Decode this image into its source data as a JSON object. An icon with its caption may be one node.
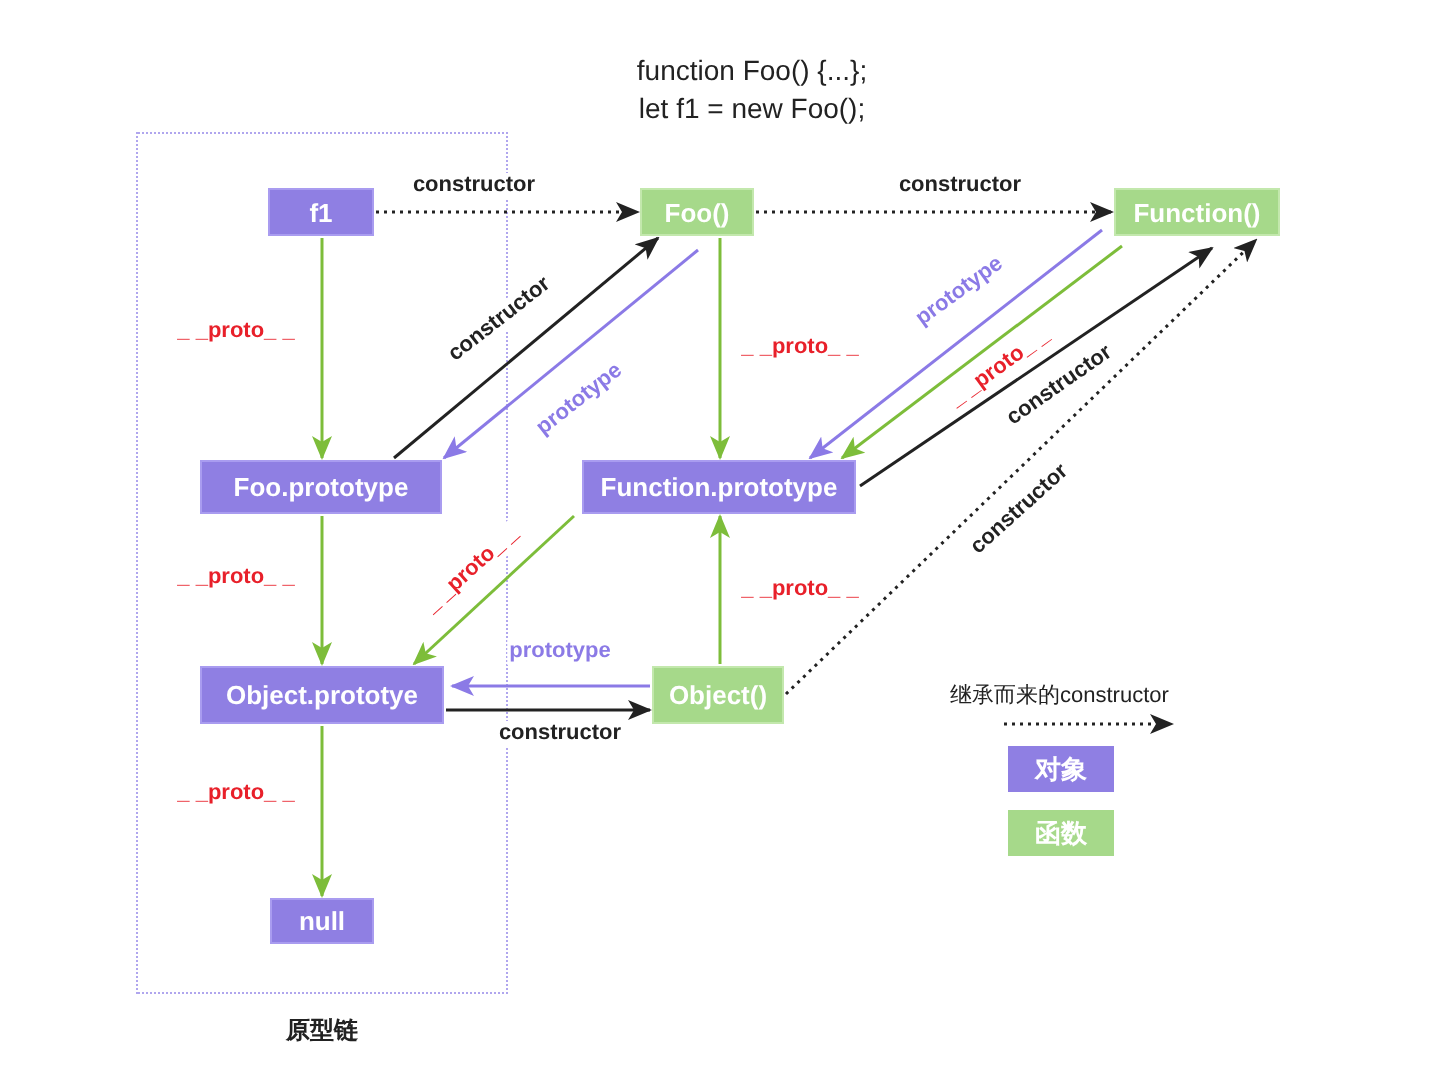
{
  "diagram": {
    "title": "function Foo() {...}; let f1 = new Foo();",
    "nodes": [
      {
        "text": [
          "原型链"
        ]
      },
      {
        "text": [
          "f1"
        ],
        "in": 0
      },
      {
        "text": [
          "Foo()"
        ]
      },
      {
        "text": [
          "Function()"
        ]
      },
      {
        "text": [
          "Foo.prototype"
        ],
        "in": 0
      },
      {
        "text": [
          "Function.prototype"
        ]
      },
      {
        "text": [
          "Object.prototye"
        ],
        "in": 0
      },
      {
        "text": [
          "Object()"
        ]
      },
      {
        "text": [
          "null"
        ],
        "in": 0
      }
    ],
    "edges": [
      {
        "from": 1,
        "to": 2,
        "arrow": "to",
        "label": "constructor",
        "style": "dashed",
        "color": "#222222"
      },
      {
        "from": 2,
        "to": 3,
        "arrow": "to",
        "label": "constructor",
        "style": "dashed",
        "color": "#222222"
      },
      {
        "from": 1,
        "to": 4,
        "arrow": "to",
        "label": "_ _proto_ _"
      },
      {
        "from": 4,
        "to": 2,
        "arrow": "to",
        "label": "constructor",
        "color": "#222222"
      },
      {
        "from": 2,
        "to": 4,
        "arrow": "to",
        "label": "prototype",
        "color": "#8b7ae6"
      },
      {
        "from": 2,
        "to": 5,
        "arrow": "to",
        "label": "_ _proto_ _"
      },
      {
        "from": 3,
        "to": 5,
        "arrow": "to",
        "label": "prototype",
        "color": "#8b7ae6"
      },
      {
        "from": 3,
        "to": 5,
        "arrow": "to",
        "label": "_ _proto_ _"
      },
      {
        "from": 5,
        "to": 3,
        "arrow": "to",
        "label": "constructor",
        "color": "#222222"
      },
      {
        "from": 7,
        "to": 3,
        "arrow": "to",
        "label": "constructor",
        "style": "dashed",
        "color": "#222222"
      },
      {
        "from": 4,
        "to": 6,
        "arrow": "to",
        "label": "_ _proto_ _"
      },
      {
        "from": 5,
        "to": 6,
        "arrow": "to",
        "label": "_ _proto_ _"
      },
      {
        "from": 7,
        "to": 5,
        "arrow": "to",
        "label": "_ _proto_ _"
      },
      {
        "from": 7,
        "to": 6,
        "arrow": "to",
        "label": "prototype",
        "color": "#8b7ae6"
      },
      {
        "from": 6,
        "to": 7,
        "arrow": "to",
        "label": "constructor",
        "color": "#222222"
      },
      {
        "from": 6,
        "to": 8,
        "arrow": "to",
        "label": "_ _proto_ _"
      }
    ],
    "legend": [
      {
        "text": "继承而来的constructor"
      },
      {
        "text": "对象",
        "color": "#8f7fe3"
      },
      {
        "text": "函数",
        "color": "#a6d98a"
      }
    ]
  }
}
